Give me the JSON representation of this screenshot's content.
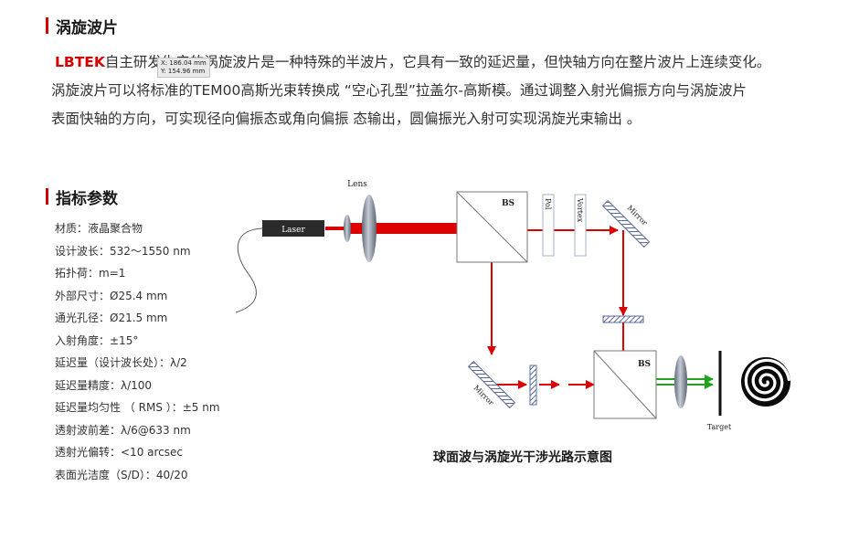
{
  "header": {
    "title": "涡旋波片"
  },
  "intro": {
    "brand": "LBTEK",
    "line1_text": "自主研发生产的涡旋波片是一种特殊的半波片，它具有一致的延迟量，但快轴方向在整片波片上连续变化。",
    "line2_text": "涡旋波片可以将标准的TEM00高斯光束转换成 “空心孔型”拉盖尔-高斯模。通过调整入射光偏振方向与涡旋波片",
    "line3_text": "表面快轴的方向，可实现径向偏振态或角向偏振 态输出，圆偏振光入射可实现涡旋光束输出 。"
  },
  "tooltip": {
    "x_text": "X: 186.04 mm",
    "y_text": "Y: 154.96 mm"
  },
  "specs": {
    "title": "指标参数",
    "items": [
      "材质：液晶聚合物",
      "设计波长：532～1550 nm",
      "拓扑荷：m=1",
      "外部尺寸：Ø25.4 mm",
      "通光孔径：Ø21.5 mm",
      "入射角度：±15°",
      "延迟量（设计波长处）：λ/2",
      "延迟量精度：λ/100",
      "延迟量均匀性 （ RMS ）：±5 nm",
      "透射波前差：λ/6@633 nm",
      "透射光偏转：<10 arcsec",
      "表面光洁度（S/D）：40/20"
    ]
  },
  "diagram": {
    "labels": {
      "laser": "Laser",
      "lens": "Lens",
      "bs_top": "BS",
      "pol": "Pol",
      "vortex": "Vortex",
      "mirror_top": "Mirror",
      "mirror_bottom": "Mirror",
      "bs_bottom": "BS",
      "target": "Target"
    },
    "caption": "球面波与涡旋光干涉光路示意图",
    "colors": {
      "beam": "#dd0000",
      "green": "#22a022",
      "optic": "#5a6c9c"
    }
  }
}
